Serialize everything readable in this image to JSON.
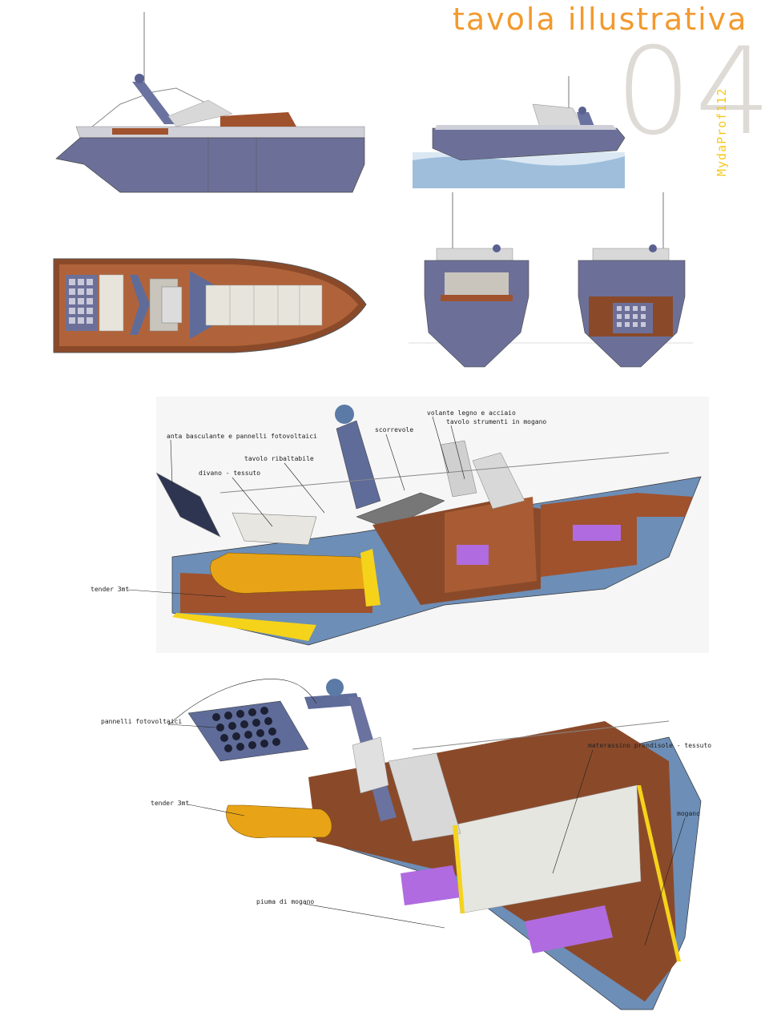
{
  "header": {
    "title": "tavola illustrativa",
    "number": "04",
    "author": "MydaProf112"
  },
  "labels_upper": {
    "anta": "anta basculante e pannelli fotovoltaici",
    "tavolo_ribaltabile": "tavolo ribaltabile",
    "divano": "divano - tessuto",
    "scorrevole": "scorrevole",
    "volante": "volante legno e acciaio",
    "tavolo_strumenti": "tavolo strumenti in mogano",
    "tender": "tender 3mt"
  },
  "labels_lower": {
    "pannelli": "pannelli fotovoltaici",
    "tender": "tender 3mt",
    "materassino": "materassino prendisole - tessuto",
    "mogano": "mogano",
    "piuma": "piuma di mogano"
  },
  "colors": {
    "accent_title": "#f29a2e",
    "accent_author": "#f7c81b",
    "hull": "#5f6c99",
    "hull_blue": "#6f8fb8",
    "wood": "#a0522d",
    "yellow_edge": "#f5d31a",
    "purple": "#b06be0"
  }
}
